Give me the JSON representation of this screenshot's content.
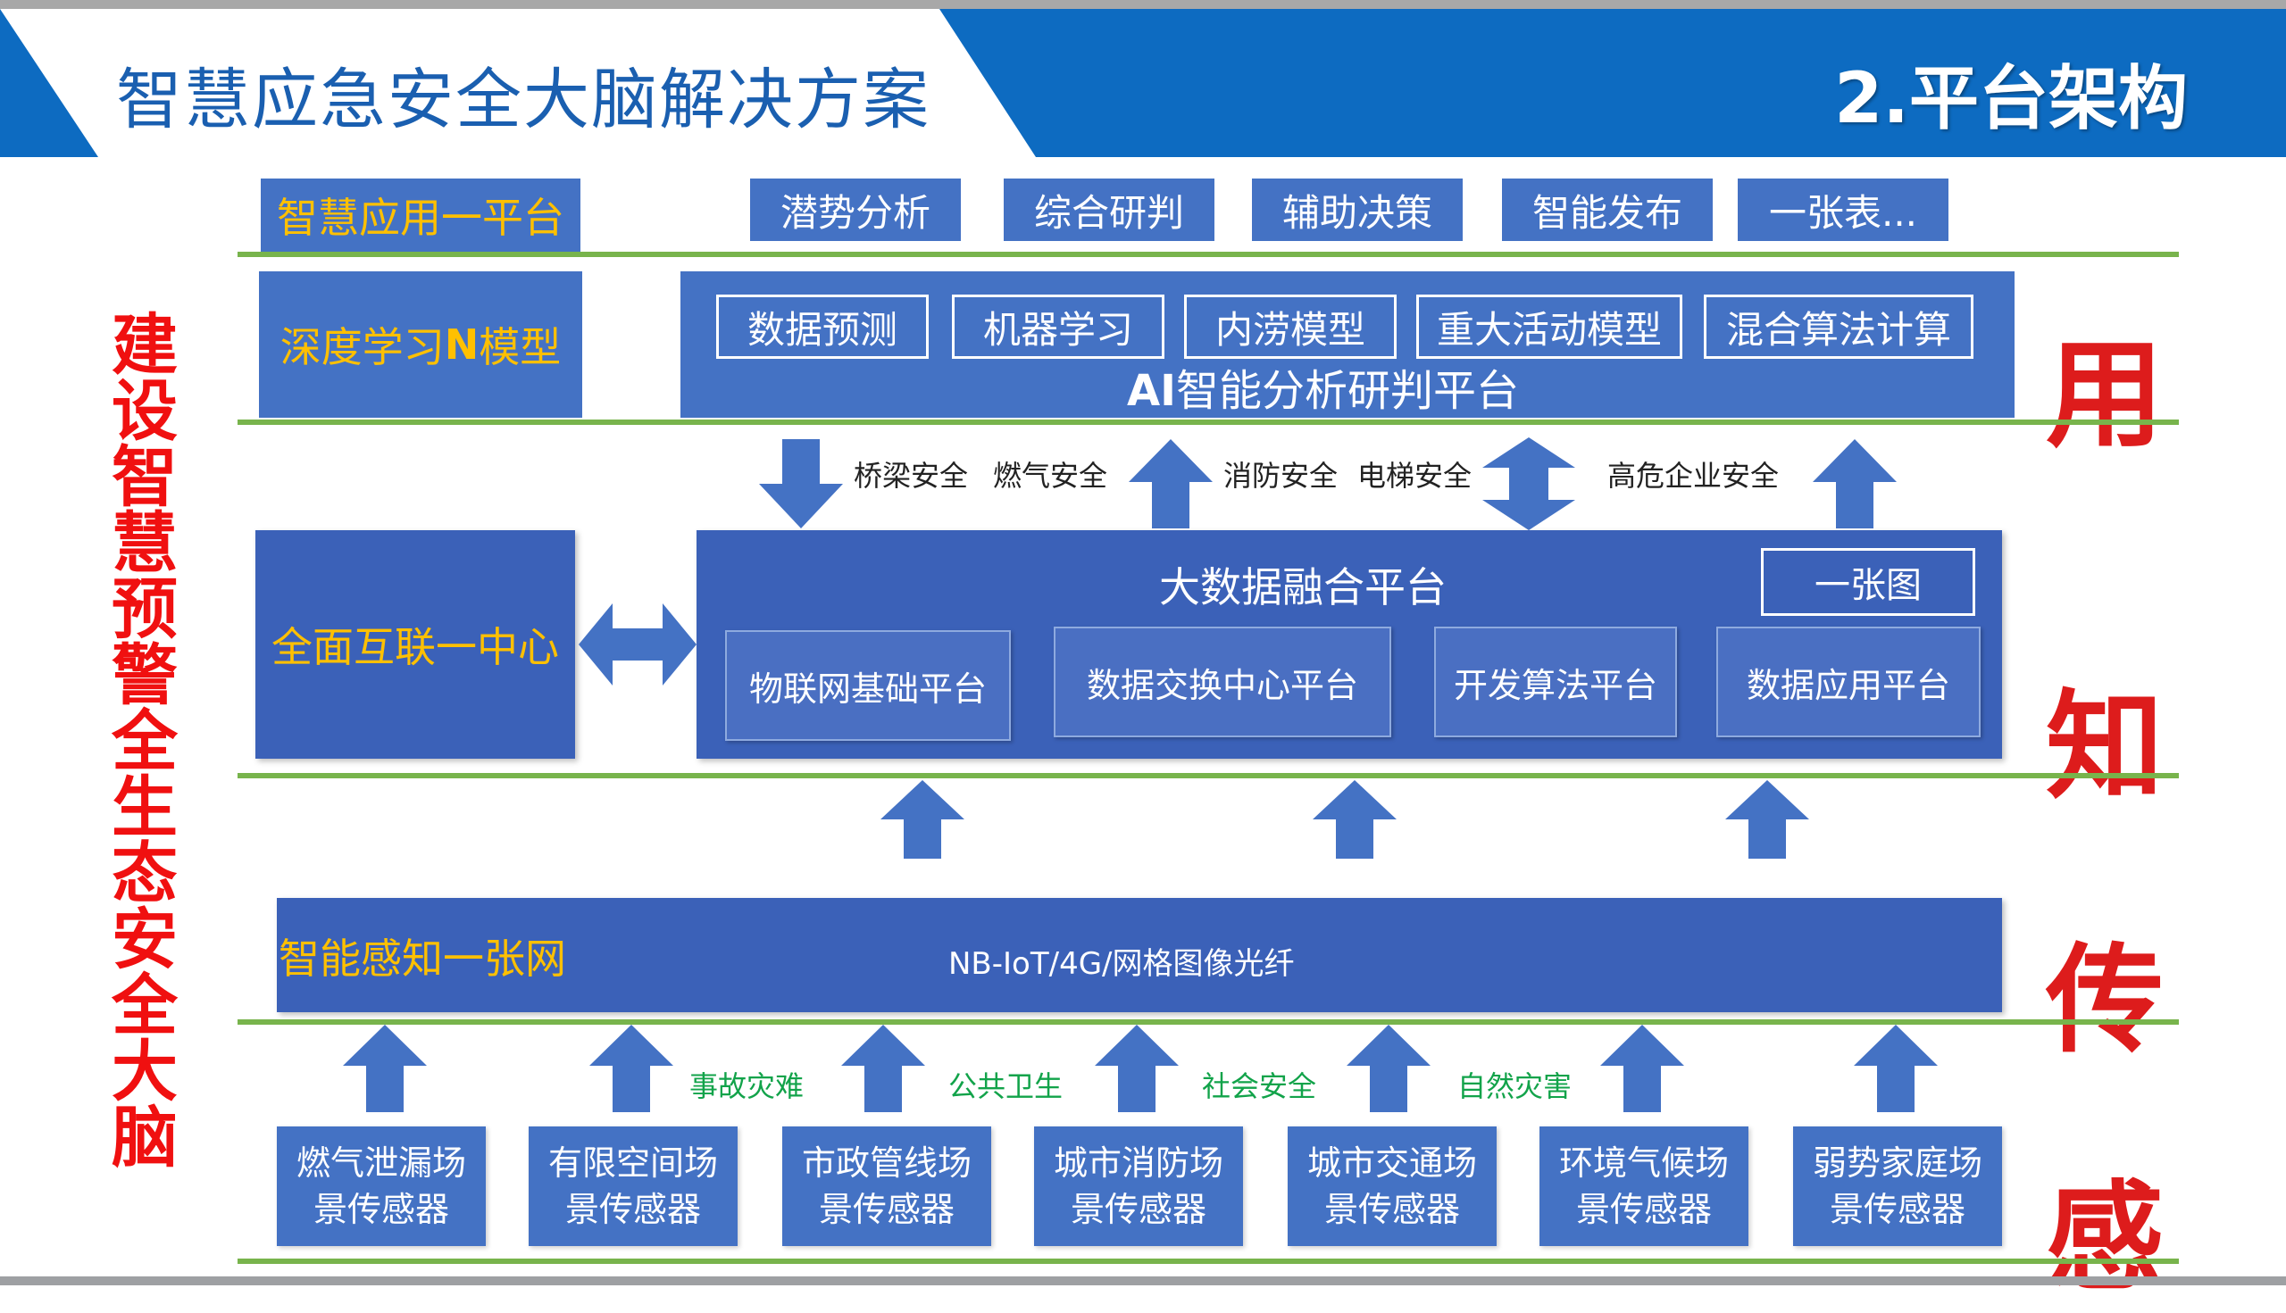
{
  "header": {
    "title": "智慧应急安全大脑解决方案",
    "section": "2.平台架构",
    "colors": {
      "bar": "#0d6bc1",
      "title": "#1a5fb0"
    }
  },
  "vertical_title": [
    "建",
    "设",
    "智",
    "慧",
    "预",
    "警",
    "全",
    "生",
    "态",
    "安",
    "全",
    "大",
    "脑"
  ],
  "layers": {
    "use": "用",
    "know": "知",
    "transmit": "传",
    "sense": "感"
  },
  "app_platform": {
    "label": "智慧应用一平台",
    "items": [
      "潜势分析",
      "综合研判",
      "辅助决策",
      "智能发布",
      "一张表..."
    ]
  },
  "deep_learning": {
    "label_prefix": "深度学习",
    "label_n": "N",
    "label_suffix": "模型",
    "ai_platform_prefix": "AI",
    "ai_platform_suffix": "智能分析研判平台",
    "models": [
      "数据预测",
      "机器学习",
      "内涝模型",
      "重大活动模型",
      "混合算法计算"
    ]
  },
  "safety_labels": [
    "桥梁安全",
    "燃气安全",
    "消防安全",
    "电梯安全",
    "高危企业安全"
  ],
  "interconnect": {
    "label": "全面互联一中心"
  },
  "bigdata": {
    "title": "大数据融合平台",
    "one_map": "一张图",
    "platforms": [
      "物联网基础平台",
      "数据交换中心平台",
      "开发算法平台",
      "数据应用平台"
    ]
  },
  "network": {
    "label": "智能感知一张网",
    "tech": "NB-IoT/4G/网格图像光纤"
  },
  "categories": [
    "事故灾难",
    "公共卫生",
    "社会安全",
    "自然灾害"
  ],
  "sensors": [
    {
      "line1": "燃气泄漏场",
      "line2": "景传感器"
    },
    {
      "line1": "有限空间场",
      "line2": "景传感器"
    },
    {
      "line1": "市政管线场",
      "line2": "景传感器"
    },
    {
      "line1": "城市消防场",
      "line2": "景传感器"
    },
    {
      "line1": "城市交通场",
      "line2": "景传感器"
    },
    {
      "line1": "环境气候场",
      "line2": "景传感器"
    },
    {
      "line1": "弱势家庭场",
      "line2": "景传感器"
    }
  ]
}
